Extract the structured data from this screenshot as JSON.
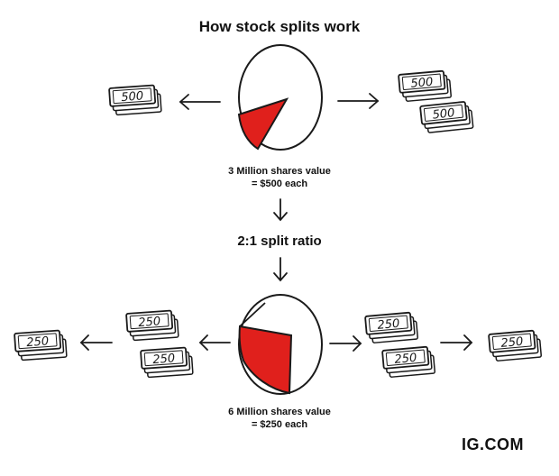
{
  "title": "How stock splits work",
  "before": {
    "caption_line1": "3 Million shares value",
    "caption_line2": "= $500 each",
    "note_value": "500"
  },
  "split_ratio": "2:1 split ratio",
  "after": {
    "caption_line1": "6 Million shares value",
    "caption_line2": "= $250 each",
    "note_value": "250"
  },
  "brand": "IG.COM",
  "colors": {
    "accent": "#e0201c",
    "ink": "#1a1a1a",
    "background": "#ffffff"
  }
}
